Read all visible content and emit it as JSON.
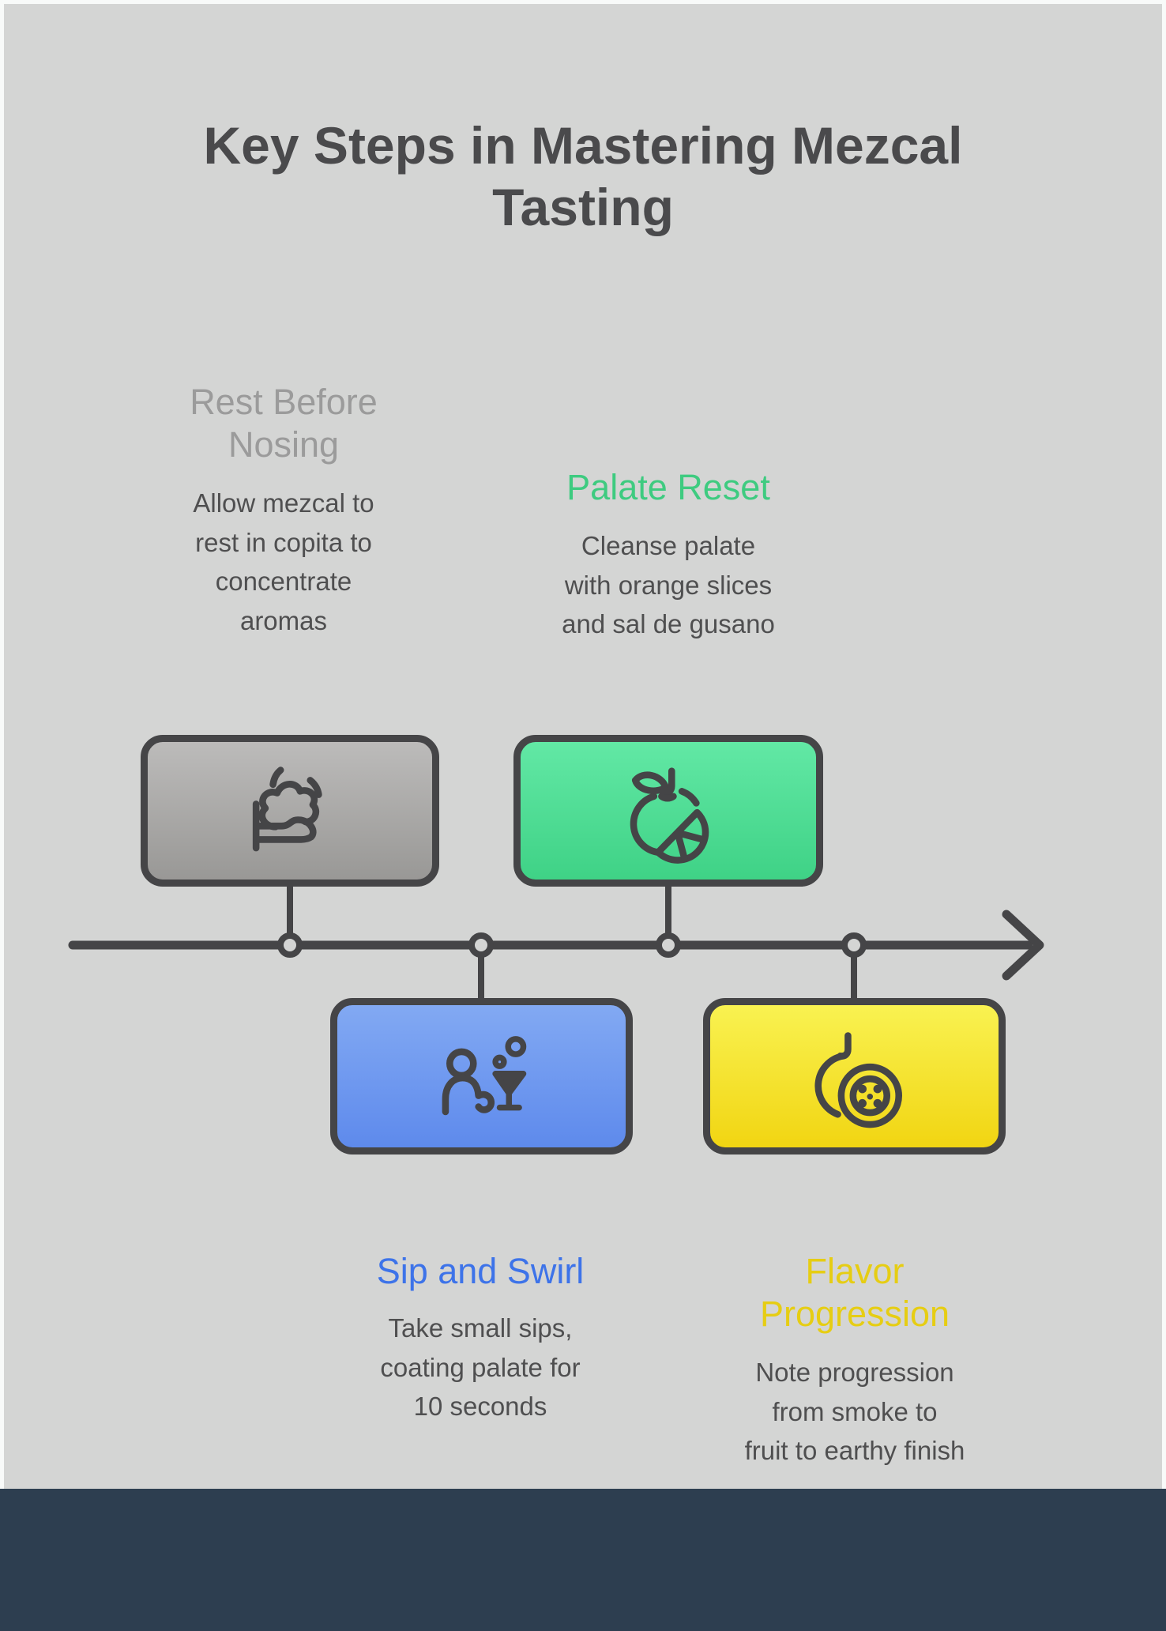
{
  "page": {
    "title": "Key Steps in Mastering Mezcal\nTasting",
    "background_color": "#d4d5d4",
    "frame_color": "#f8faf9",
    "footer_bar_color": "#2d3e50",
    "outline_color": "#454547",
    "title_color": "#4a4a4c",
    "body_text_color": "#4f4f50"
  },
  "timeline": {
    "type": "horizontal-arrow-right",
    "line_color": "#454547",
    "node_count": 4
  },
  "steps": [
    {
      "heading": "Rest Before\nNosing",
      "description": "Allow mezcal to\nrest in copita to\nconcentrate\naromas",
      "accent_color": "#9b9b9b",
      "box_gradient": [
        "#bcbbba",
        "#999896"
      ],
      "icon": "steam-over-hand-icon",
      "position": "above-timeline"
    },
    {
      "heading": "Palate Reset",
      "description": "Cleanse palate\nwith orange slices\nand sal de gusano",
      "accent_color": "#3ecb80",
      "box_gradient": [
        "#62e8a5",
        "#3fd286"
      ],
      "icon": "orange-with-slice-icon",
      "position": "above-timeline"
    },
    {
      "heading": "Sip and Swirl",
      "description": "Take small sips,\ncoating palate for\n10 seconds",
      "accent_color": "#3d73e9",
      "box_gradient": [
        "#82a9f3",
        "#5e8aec"
      ],
      "icon": "person-with-glass-icon",
      "position": "below-timeline"
    },
    {
      "heading": "Flavor\nProgression",
      "description": "Note progression\nfrom smoke to\nfruit to earthy finish",
      "accent_color": "#e6cd13",
      "box_gradient": [
        "#f9f251",
        "#f1d512"
      ],
      "icon": "fruit-cross-section-icon",
      "position": "below-timeline"
    }
  ]
}
